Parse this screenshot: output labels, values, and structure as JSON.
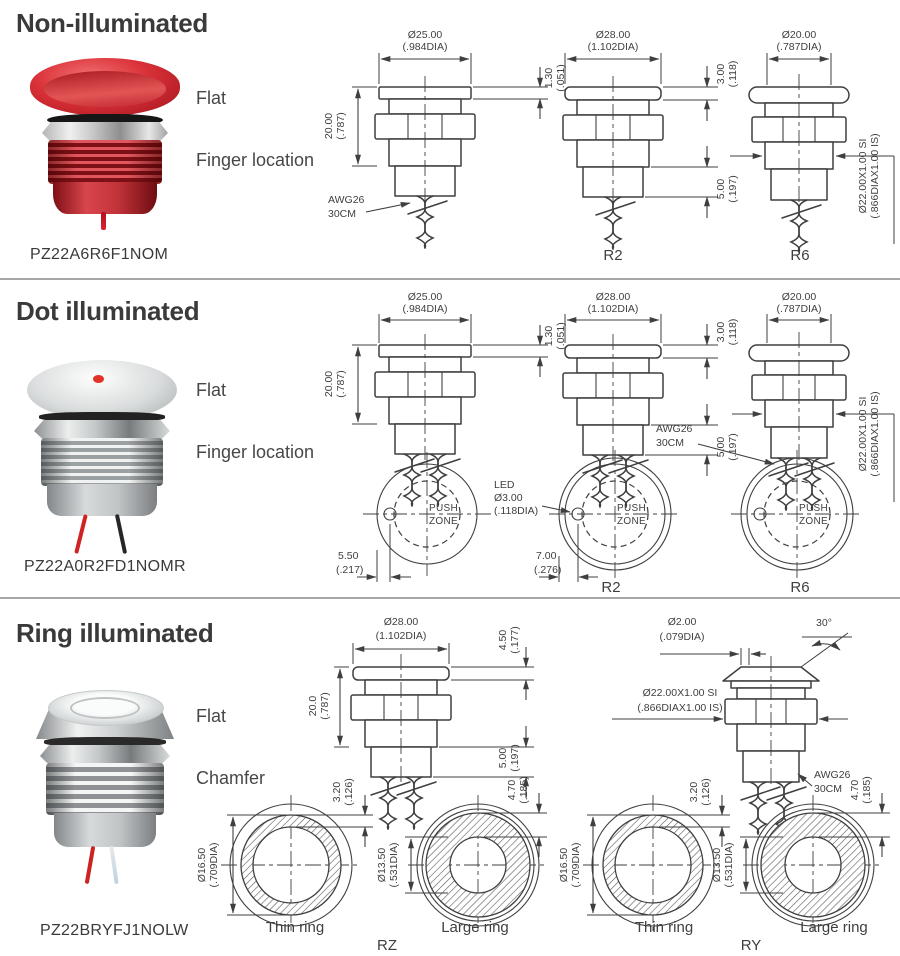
{
  "sections": [
    {
      "title": "Non-illuminated",
      "part_number": "PZ22A6R6F1NOM",
      "style_labels": [
        "Flat",
        "Finger location"
      ]
    },
    {
      "title": "Dot illuminated",
      "part_number": "PZ22A0R2FD1NOMR",
      "style_labels": [
        "Flat",
        "Finger location"
      ]
    },
    {
      "title": "Ring illuminated",
      "part_number": "PZ22BRYFJ1NOLW",
      "style_labels": [
        "Flat",
        "Chamfer"
      ]
    }
  ],
  "dims": {
    "dia25": "Ø25.00",
    "dia25_in": "(.984DIA)",
    "h130": "1.30",
    "h130_in": "(.051)",
    "h20": "20.00",
    "h20_in": "(.787)",
    "h20b": "20.0",
    "dia28": "Ø28.00",
    "dia28_in": "(1.102DIA)",
    "h300": "3.00",
    "h300_in": "(.118)",
    "h500": "5.00",
    "h500_in": "(.197)",
    "dia20": "Ø20.00",
    "dia20_in": "(.787DIA)",
    "thread": "Ø22.00X1.00 SI",
    "thread_in": "(.866DIAX1.00 IS)",
    "wire_awg": "AWG26",
    "wire_len": "30CM",
    "off55": "5.50",
    "off55_in": "(.217)",
    "off70": "7.00",
    "off70_in": "(.276)",
    "led": "LED",
    "led_dia": "Ø3.00",
    "led_dia_in": "(.118DIA)",
    "push": "PUSH",
    "zone": "ZONE",
    "h450": "4.50",
    "h450_in": "(.177)",
    "w320": "3.20",
    "w320_in": "(.126)",
    "w470": "4.70",
    "w470_in": "(.185)",
    "dia165": "Ø16.50",
    "dia165_in": "(.709DIA)",
    "dia135": "Ø13.50",
    "dia135_in": "(.531DIA)",
    "dia2": "Ø2.00",
    "dia2_in": "(.079DIA)",
    "ang30": "30°"
  },
  "variants": {
    "r2": "R2",
    "r6": "R6",
    "rz": "RZ",
    "ry": "RY",
    "thin": "Thin ring",
    "large": "Large ring"
  },
  "colors": {
    "line": "#3f3f3f",
    "red_button": "#c8252c",
    "silver_button": "#c9cdce",
    "divider": "#a6a6a6"
  }
}
